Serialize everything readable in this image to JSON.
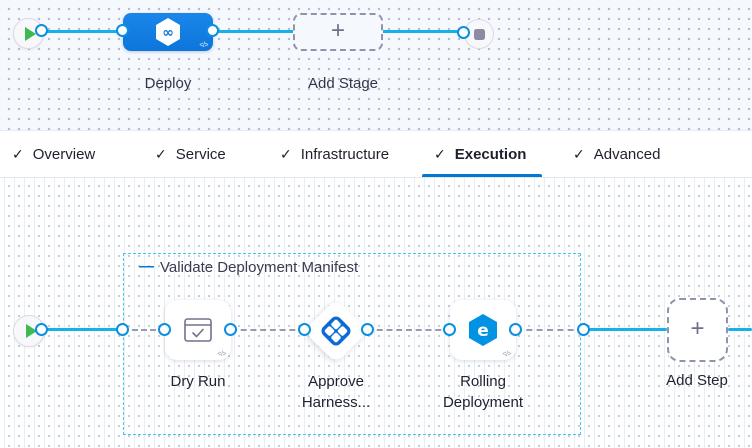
{
  "colors": {
    "accent_blue": "#0278d5",
    "node_blue": "#0f7de2",
    "line_cyan": "#14b2e9",
    "group_border_cyan": "#44c8ec",
    "play_green": "#3eb94f"
  },
  "stage_canvas": {
    "deploy_node": {
      "label": "Deploy",
      "icon": "harness-cd-hexagon",
      "infinity_glyph": "∞",
      "code_glyph": "</>"
    },
    "add_stage": {
      "label": "Add Stage",
      "plus_glyph": "+"
    }
  },
  "tabs": {
    "check_glyph": "✓",
    "items": [
      {
        "label": "Overview",
        "active": false
      },
      {
        "label": "Service",
        "active": false
      },
      {
        "label": "Infrastructure",
        "active": false
      },
      {
        "label": "Execution",
        "active": true
      },
      {
        "label": "Advanced",
        "active": false
      }
    ]
  },
  "execution_canvas": {
    "step_group": {
      "label": "Validate Deployment Manifest",
      "collapse_glyph": "—"
    },
    "steps": {
      "dry_run": {
        "label": "Dry Run",
        "icon": "checked-window",
        "code_glyph": "</>"
      },
      "approve": {
        "label_line1": "Approve",
        "label_line2": "Harness...",
        "icon": "approval-diamonds"
      },
      "rolling": {
        "label_line1": "Rolling",
        "label_line2": "Deployment",
        "icon": "rolling-update-hexagon",
        "icon_glyph": "e",
        "code_glyph": "</>"
      },
      "add_step": {
        "label": "Add Step",
        "plus_glyph": "+"
      }
    }
  }
}
